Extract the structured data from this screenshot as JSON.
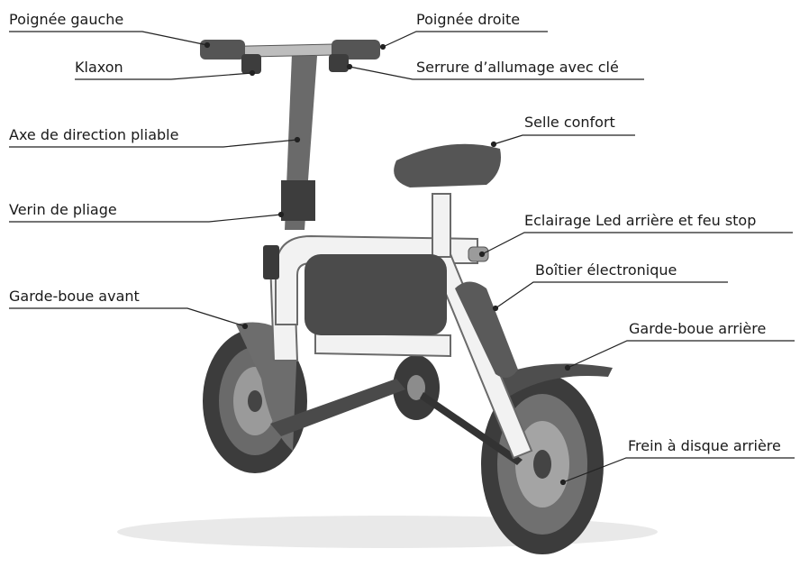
{
  "diagram": {
    "labels": {
      "left_grip": "Poignée gauche",
      "right_grip": "Poignée droite",
      "horn": "Klaxon",
      "ignition_lock": "Serrure d’allumage avec clé",
      "steering_axis": "Axe de direction pliable",
      "saddle": "Selle confort",
      "folding_jack": "Verin de pliage",
      "rear_light": "Eclairage Led arrière et feu stop",
      "electronic_box": "Boîtier électronique",
      "front_mudguard": "Garde-boue avant",
      "rear_mudguard": "Garde-boue arrière",
      "rear_disc_brake": "Frein à disque arrière"
    },
    "colors": {
      "frame": "#f2f2f2",
      "tire": "#3c3c3c",
      "part": "#555555",
      "leader": "#222222"
    }
  }
}
